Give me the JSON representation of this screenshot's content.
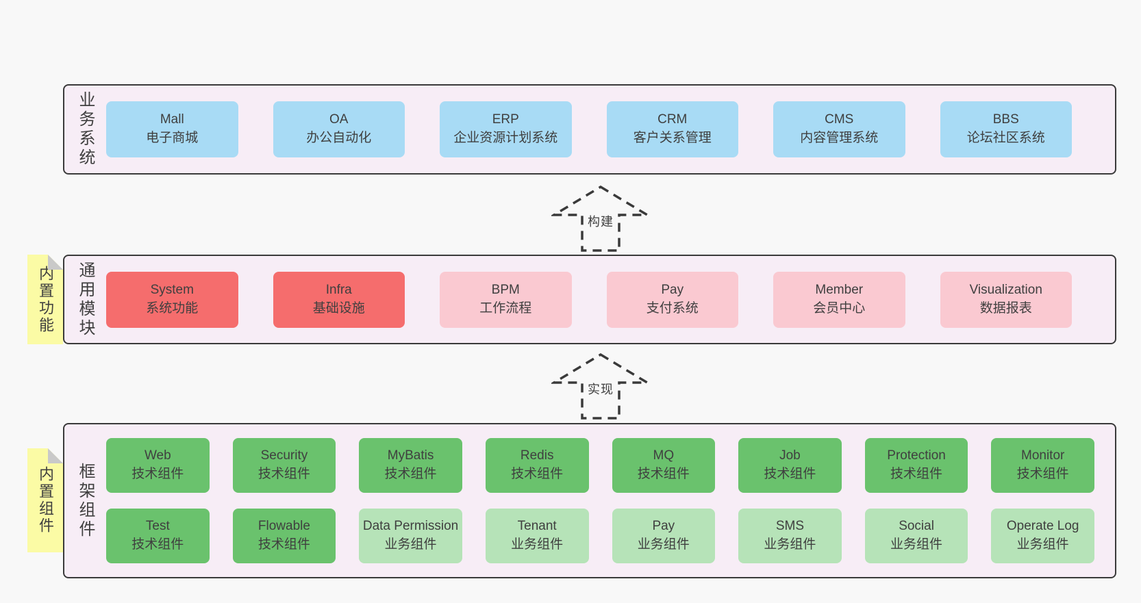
{
  "colors": {
    "page_bg": "#f8f8f8",
    "container_bg": "#f7edf6",
    "container_border": "#3a3a3a",
    "system_blue": "#a8dbf5",
    "module_red": "#f56d6d",
    "module_pink": "#fac9d1",
    "component_green": "#6ac26d",
    "component_light_green": "#b6e3b8",
    "note_yellow": "#fbfba5",
    "note_fold_gray": "#c9c9c9",
    "text": "#3f3f3f"
  },
  "business_layer": {
    "label": "业务系统",
    "systems": [
      {
        "name": "Mall",
        "desc": "电子商城"
      },
      {
        "name": "OA",
        "desc": "办公自动化"
      },
      {
        "name": "ERP",
        "desc": "企业资源计划系统"
      },
      {
        "name": "CRM",
        "desc": "客户关系管理"
      },
      {
        "name": "CMS",
        "desc": "内容管理系统"
      },
      {
        "name": "BBS",
        "desc": "论坛社区系统"
      }
    ]
  },
  "arrow_build": {
    "label": "构建"
  },
  "module_layer": {
    "label": "通用模块",
    "note": "内置功能",
    "modules": [
      {
        "name": "System",
        "desc": "系统功能"
      },
      {
        "name": "Infra",
        "desc": "基础设施"
      },
      {
        "name": "BPM",
        "desc": "工作流程"
      },
      {
        "name": "Pay",
        "desc": "支付系统"
      },
      {
        "name": "Member",
        "desc": "会员中心"
      },
      {
        "name": "Visualization",
        "desc": "数据报表"
      }
    ]
  },
  "arrow_implement": {
    "label": "实现"
  },
  "component_layer": {
    "label": "框架组件",
    "note": "内置组件",
    "row1": [
      {
        "name": "Web",
        "desc": "技术组件"
      },
      {
        "name": "Security",
        "desc": "技术组件"
      },
      {
        "name": "MyBatis",
        "desc": "技术组件"
      },
      {
        "name": "Redis",
        "desc": "技术组件"
      },
      {
        "name": "MQ",
        "desc": "技术组件"
      },
      {
        "name": "Job",
        "desc": "技术组件"
      },
      {
        "name": "Protection",
        "desc": "技术组件"
      },
      {
        "name": "Monitor",
        "desc": "技术组件"
      }
    ],
    "row2": [
      {
        "name": "Test",
        "desc": "技术组件"
      },
      {
        "name": "Flowable",
        "desc": "技术组件"
      },
      {
        "name": "Data Permission",
        "desc": "业务组件"
      },
      {
        "name": "Tenant",
        "desc": "业务组件"
      },
      {
        "name": "Pay",
        "desc": "业务组件"
      },
      {
        "name": "SMS",
        "desc": "业务组件"
      },
      {
        "name": "Social",
        "desc": "业务组件"
      },
      {
        "name": "Operate Log",
        "desc": "业务组件"
      }
    ]
  }
}
